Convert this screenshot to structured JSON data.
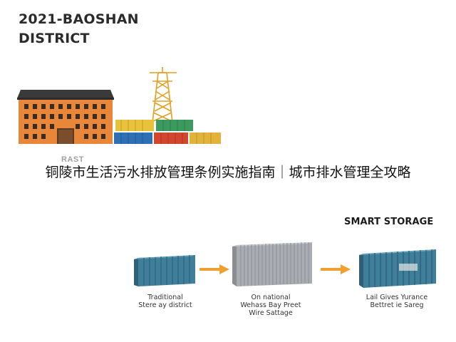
{
  "header": {
    "title_line1": "2021-BAOSHAN",
    "title_line2": "DISTRICT"
  },
  "top_scene": {
    "faded_label": "RAST"
  },
  "caption": "铜陵市生活污水排放管理条例实施指南｜城市排水管理全攻略",
  "smart_storage": {
    "title": "SMART STORAGE",
    "stages": [
      {
        "line1": "Traditional",
        "line2": "Stere ay district",
        "line3": ""
      },
      {
        "line1": "On national",
        "line2": "Wehass Bay Preet",
        "line3": "Wire Sattage"
      },
      {
        "line1": "Lail Gives Yurance",
        "line2": "Bettret ie Sareg",
        "line3": ""
      }
    ]
  },
  "colors": {
    "building": "#e8873a",
    "roof": "#3a3a3a",
    "container_blue": "#3f7f9a",
    "container_grey": "#a9adb2",
    "arrow": "#f0a030",
    "crane": "#e0a020"
  }
}
